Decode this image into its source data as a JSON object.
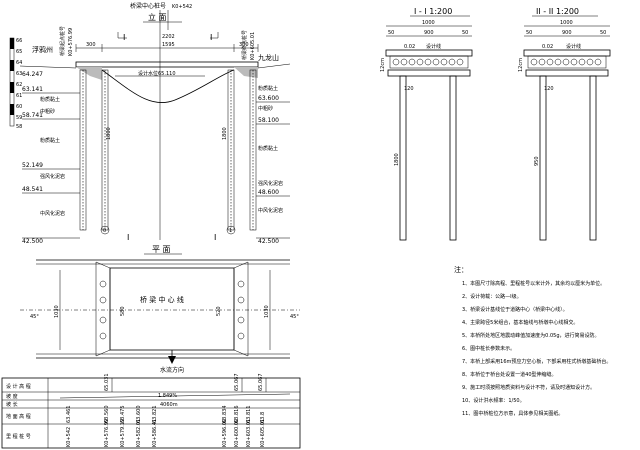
{
  "elevation": {
    "title": "立  面",
    "center_label": "桥梁中心桩号",
    "center_station": "K0+542",
    "left_station_label": "桥梁起点桩号",
    "left_station": "K0+576.99",
    "right_station_label": "桥梁终点桩号",
    "right_station": "K0+605.01",
    "dim_left": "300",
    "dim_mid": "1595",
    "dim_right": "300",
    "dim_total": "2202",
    "left_place": "浮鸦州",
    "right_place": "九龙山",
    "water_level": "设计水位65.110",
    "scale_ticks": [
      "66",
      "65",
      "64",
      "63",
      "62",
      "61",
      "60",
      "59",
      "58"
    ],
    "left_elevations": [
      "64.247",
      "63.141",
      "58.741",
      "52.149",
      "48.541",
      "42.500"
    ],
    "right_elevations": [
      "63.600",
      "58.100",
      "48.600",
      "42.500"
    ],
    "left_soils": [
      "粉质黏土",
      "中粗砂",
      "粉质黏土",
      "强风化泥岩",
      "中风化泥岩"
    ],
    "right_soils": [
      "粉质黏土",
      "中粗砂",
      "粉质黏土",
      "强风化泥岩",
      "中风化泥岩"
    ],
    "pile_left_label": "0",
    "pile_right_label": "1",
    "section_mark_1": "I",
    "section_mark_2": "I",
    "pile_len_left": "1800",
    "pile_len_right": "1800"
  },
  "plan": {
    "title": "平  面",
    "center_line": "桥  梁  中  心  线",
    "flow_label": "水流方向",
    "angle_left": "45°",
    "angle_right": "45°",
    "width_left": "1030",
    "width_right": "1030",
    "inner_left": "580",
    "inner_right": "520"
  },
  "sec1": {
    "title": "I - I  1:200",
    "top_dim": "1000",
    "sub_dims": [
      "50",
      "900",
      "50"
    ],
    "deck_labels": [
      "0.02",
      "设计线"
    ],
    "side_label": "12cm",
    "pile_dim": "120",
    "pile_len": "1800"
  },
  "sec2": {
    "title": "II - II  1:200",
    "top_dim": "1000",
    "sub_dims": [
      "50",
      "900",
      "50"
    ],
    "deck_labels": [
      "0.02",
      "设计线"
    ],
    "side_label": "12cm",
    "pile_dim": "120",
    "pile_len": "950"
  },
  "notes": {
    "title": "注：",
    "items": [
      "1、本图尺寸除高程、里程桩号以米计外，其余均以厘米为单位。",
      "2、设计荷载：公路—I级。",
      "3、桥梁设计基线位于道路中心（桥梁中心线）。",
      "4、主梁跨径5米组合，基本轴线与桥墩中心线相交。",
      "5、本桥所处地区地震动峰值加速度为0.05g，进行简易设防。",
      "6、图中桩长参数未示。",
      "7、本桥上部采用16m预应力空心板，下部采用柱式桥墩基础桥台。",
      "8、本桥位于桥台处设置一道40型伸缩缝。",
      "9、施工时须按照地质资料与设计不符，请及时通知设计方。",
      "10、设计洪水频率：1/50。",
      "11、图中桥桩位方示意，具体参见相关图纸。"
    ]
  },
  "table": {
    "rows": [
      "设 计 高 程",
      "坡 度",
      "坡 长",
      "地 面 高 程",
      "里 程 桩 号"
    ],
    "design_values": [
      "65.031",
      "65.067",
      "65.067"
    ],
    "slope": "1.849%",
    "length": "4060m",
    "ground_values": [
      "63.461",
      "63.560",
      "63.475",
      "63.600",
      "63.821",
      "63.834",
      "63.816",
      "63.811",
      "63.8"
    ],
    "stations": [
      "K0+542",
      "K0+576.99",
      "K0+579.19",
      "K0+582.01",
      "K0+586.41",
      "K0+596.00",
      "K0+600.00",
      "K0+603.01",
      "K0+605.01"
    ]
  }
}
